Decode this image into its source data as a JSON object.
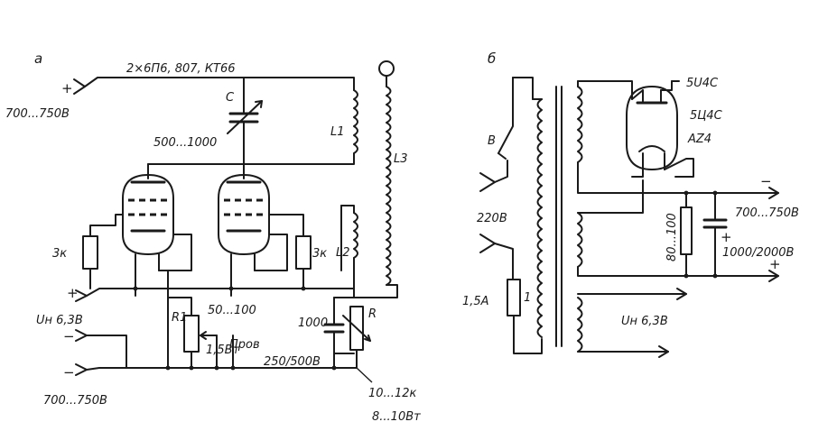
{
  "panel_a": {
    "letter": "а",
    "tubes_label": "2×6П6, 807, КТ66",
    "plus_in": "+",
    "hv_top": "700...750В",
    "cap_c": "C",
    "cap_range": "500...1000",
    "coil_l1": "L1",
    "coil_l3": "L3",
    "res_3k_left": "3к",
    "res_3k_right": "3к",
    "coil_l2": "L2",
    "plus_mid": "+",
    "uh_label": "Uн 6,3В",
    "minus_mid": "−",
    "minus_bottom": "−",
    "hv_bottom": "700...750В",
    "r1_label": "R1",
    "r1_value": "50...100",
    "r1_power": "1,5Вт",
    "prov_label": "Пров",
    "cap_value": "1000",
    "cap_voltage": "250/500В",
    "r_label": "R",
    "r_value": "10...12к",
    "r_power": "8...10Вт"
  },
  "panel_b": {
    "letter": "б",
    "switch_label": "В",
    "mains": "220В",
    "fuse_rating": "1,5А",
    "fuse_number": "1",
    "rect_1": "5U4C",
    "rect_2": "5Ц4С",
    "rect_3": "AZ4",
    "minus_out": "−",
    "hv_out": "700...750В",
    "res_value": "80...100",
    "cap_plus": "+",
    "cap_value": "1000/2000В",
    "plus_out": "+",
    "uh_label": "Uн 6,3В"
  }
}
